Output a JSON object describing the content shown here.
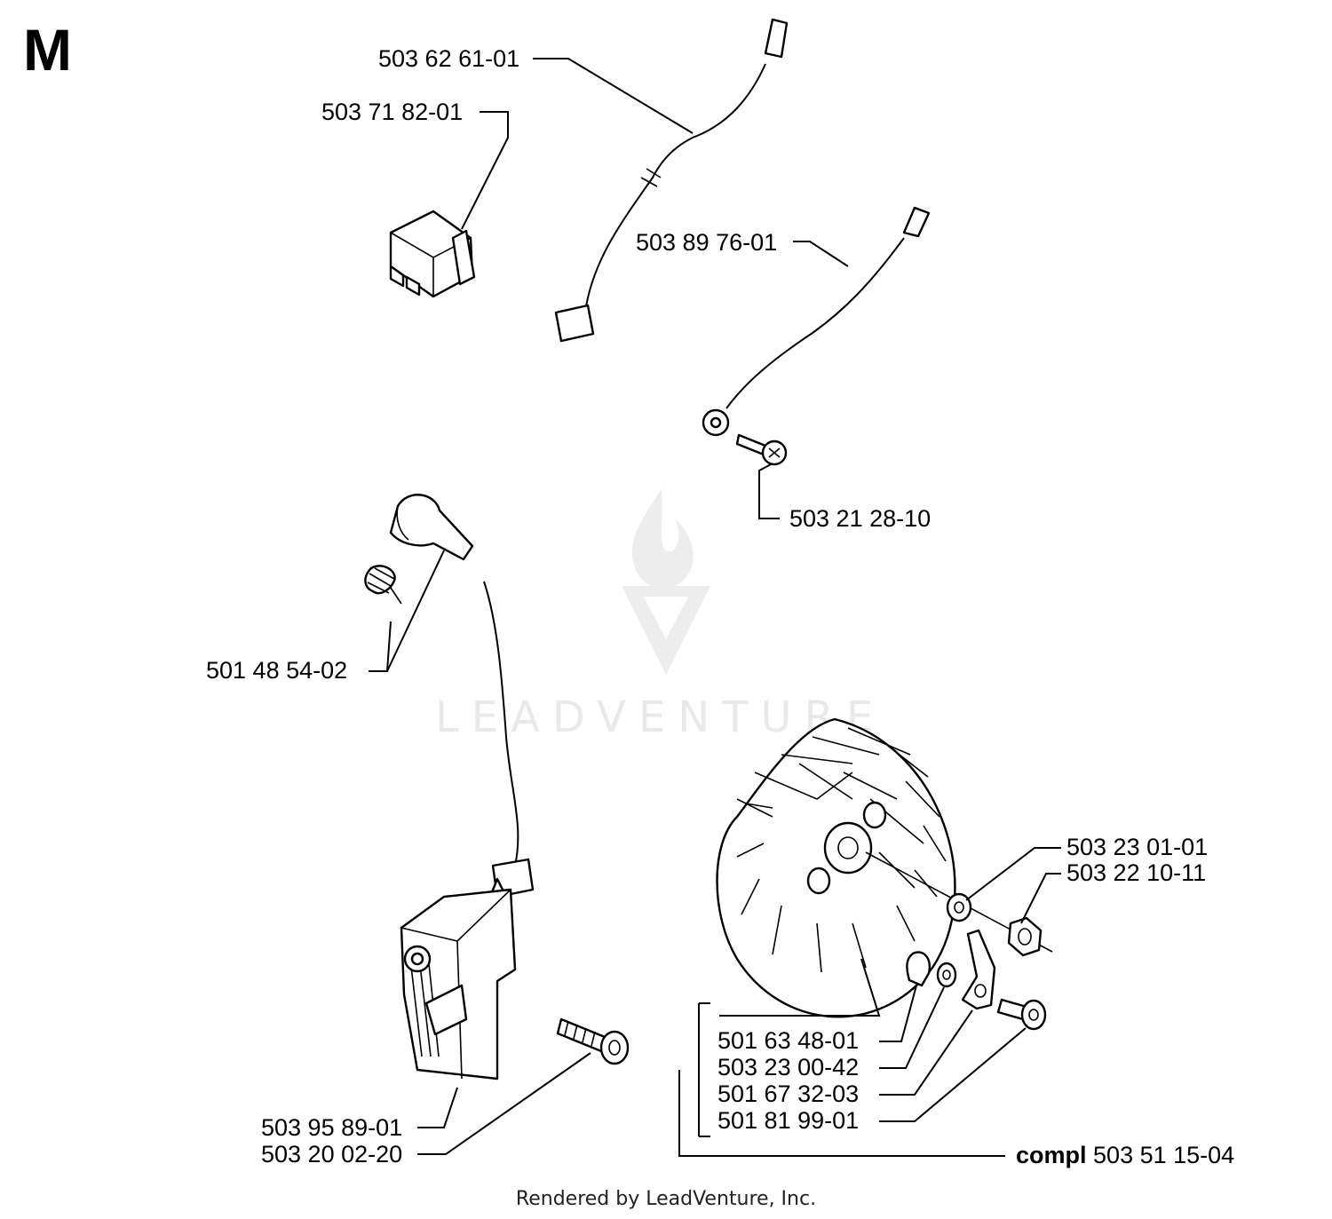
{
  "section_letter": "M",
  "footer": "Rendered by LeadVenture, Inc.",
  "watermark": "LEADVENTURE",
  "parts": {
    "wire_short": "503 62 61-01",
    "switch": "503 71 82-01",
    "wire_long": "503 89 76-01",
    "ground_screw": "503 21 28-10",
    "spark_plug_cap": "501 48 54-02",
    "flywheel_washer": "503 23 01-01",
    "flywheel_nut": "503 22 10-11",
    "key": "501 63 48-01",
    "washer": "503 23 00-42",
    "pawl": "501 67 32-03",
    "pawl_screw": "501 81 99-01",
    "ignition_module": "503 95 89-01",
    "module_screw": "503 20 02-20",
    "compl_prefix": "compl",
    "compl_number": "503 51 15-04"
  }
}
